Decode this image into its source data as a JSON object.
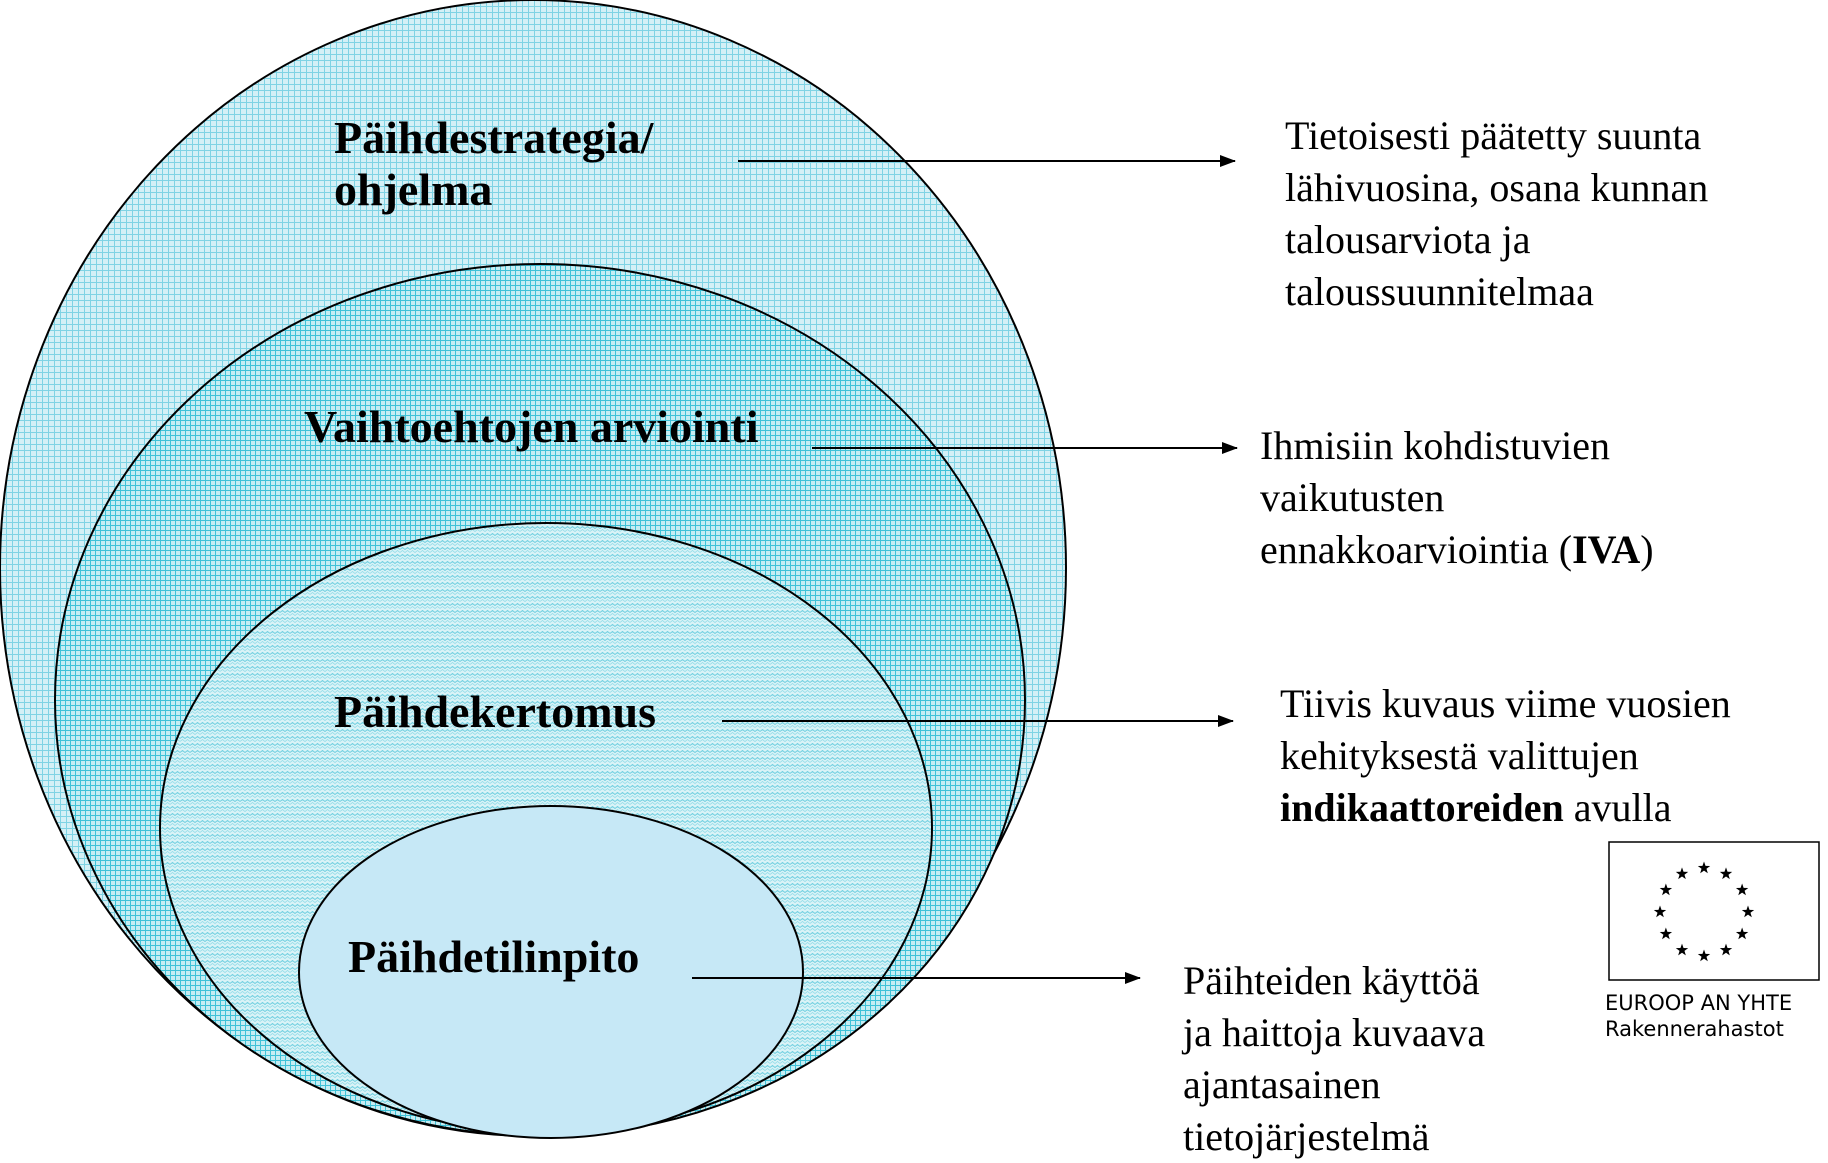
{
  "levels": [
    {
      "label_lines": [
        "Päihdestrategia/",
        "ohjelma"
      ],
      "description_lines": [
        "Tietoisesti päätetty suunta",
        "lähivuosina, osana  kunnan",
        "talousarviota ja",
        "taloussuunnitelmaa"
      ]
    },
    {
      "label_lines": [
        "Vaihtoehtojen arviointi"
      ],
      "description_lines": [
        "Ihmisiin kohdistuvien",
        "vaikutusten"
      ],
      "description_last": {
        "pre": "ennakkoarviointia  (",
        "bold": "IVA",
        "post": ")"
      }
    },
    {
      "label_lines": [
        "Päihdekertomus"
      ],
      "description_lines": [
        "Tiivis kuvaus viime vuosien",
        "kehityksestä valittujen"
      ],
      "description_last": {
        "pre": "",
        "bold": "indikaattoreiden",
        "post": " avulla"
      }
    },
    {
      "label_lines": [
        "Päihdetilinpito"
      ],
      "description_lines": [
        "Päihteiden käyttöä",
        "ja haittoja  kuvaava",
        "ajantasainen",
        "tietojärjestelmä"
      ]
    }
  ],
  "eu_logo": {
    "line1": "EUROOP AN YHTE",
    "line2": "Rakennerahastot"
  },
  "colors": {
    "outer_fill": "#cdeef4",
    "outer_grid": "#7fd3e4",
    "second_fill": "#c9eef3",
    "second_grid": "#4ec7dc",
    "third_fill": "#d5f2f6",
    "third_wave": "#6fcfe0",
    "inner_fill": "#c6e8f6",
    "stroke": "#000000"
  }
}
